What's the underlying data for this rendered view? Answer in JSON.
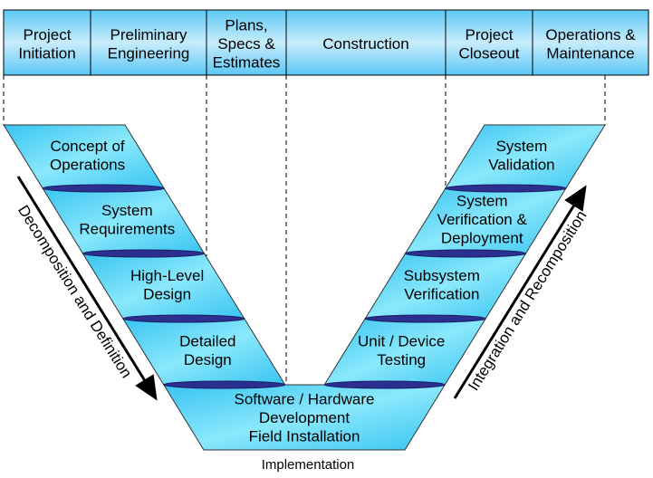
{
  "phases": [
    {
      "lines": [
        "Project",
        "Initiation"
      ]
    },
    {
      "lines": [
        "Preliminary",
        "Engineering"
      ]
    },
    {
      "lines": [
        "Plans,",
        "Specs &",
        "Estimates"
      ]
    },
    {
      "lines": [
        "Construction"
      ]
    },
    {
      "lines": [
        "Project",
        "Closeout"
      ]
    },
    {
      "lines": [
        "Operations &",
        "Maintenance"
      ]
    }
  ],
  "left_stages": [
    {
      "lines": [
        "Concept of",
        "Operations"
      ]
    },
    {
      "lines": [
        "System",
        "Requirements"
      ]
    },
    {
      "lines": [
        "High-Level",
        "Design"
      ]
    },
    {
      "lines": [
        "Detailed",
        "Design"
      ]
    }
  ],
  "bottom_stage": {
    "lines": [
      "Software / Hardware",
      "Development",
      "Field Installation"
    ]
  },
  "right_stages": [
    {
      "lines": [
        "System",
        "Validation"
      ]
    },
    {
      "lines": [
        "System",
        "Verification &",
        "Deployment"
      ]
    },
    {
      "lines": [
        "Subsystem",
        "Verification"
      ]
    },
    {
      "lines": [
        "Unit / Device",
        "Testing"
      ]
    }
  ],
  "left_arrow_label": "Decomposition and Definition",
  "right_arrow_label": "Integration and Recomposition",
  "implementation_label": "Implementation",
  "colors": {
    "fill_light": "#8ae8fc",
    "fill_dark": "#38c4f2",
    "divider": "#2b2f8f"
  }
}
